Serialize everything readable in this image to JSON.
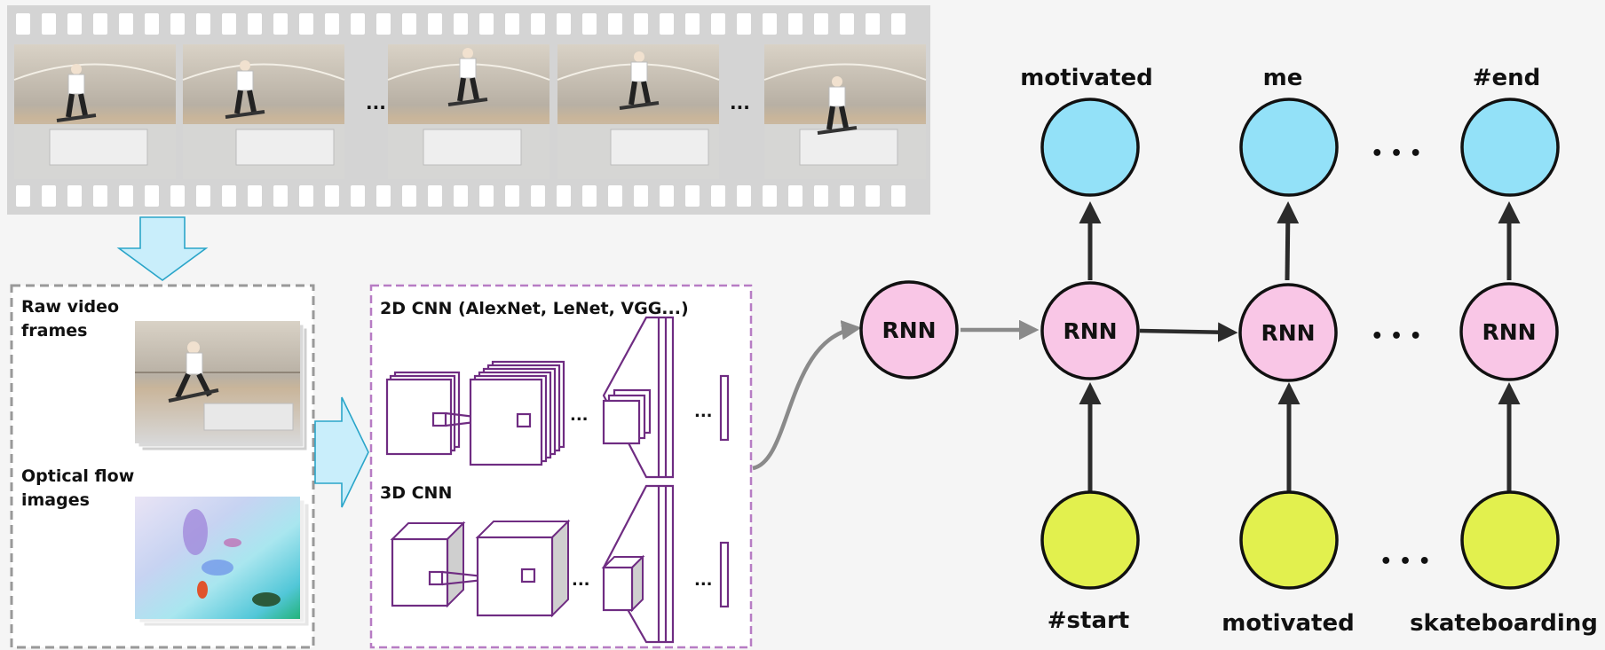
{
  "colors": {
    "background": "#f5f5f5",
    "film_strip": "#d4d4d4",
    "film_hole": "#ffffff",
    "arrow_fill": "#c9eefb",
    "arrow_stroke": "#2aa5c9",
    "input_box_border": "#999999",
    "cnn_box_border": "#b77cc4",
    "cnn_stroke": "#6f2c82",
    "rnn_node": "#f9c6e6",
    "output_node": "#93e1f8",
    "input_node": "#e2f04e",
    "grey_arrow": "#8a8a8a",
    "dark_arrow": "#2b2b2b"
  },
  "film_strip": {
    "frames": [
      "skateboard-frame-1",
      "skateboard-frame-2",
      "skateboard-frame-3",
      "skateboard-frame-4",
      "skateboard-frame-5"
    ],
    "ellipsis": "..."
  },
  "input_box": {
    "raw_label": "Raw video\nframes",
    "raw_label_line1": "Raw video",
    "raw_label_line2": "frames",
    "flow_label_line1": "Optical flow",
    "flow_label_line2": "images"
  },
  "cnn_box": {
    "title_2d": "2D CNN (AlexNet, LeNet, VGG...)",
    "title_3d": "3D CNN",
    "dots": "..."
  },
  "rnn": {
    "node_label": "RNN",
    "outputs": [
      "motivated",
      "me",
      "#end"
    ],
    "inputs": [
      "#start",
      "motivated",
      "skateboarding"
    ],
    "ellipsis": "• • •"
  }
}
